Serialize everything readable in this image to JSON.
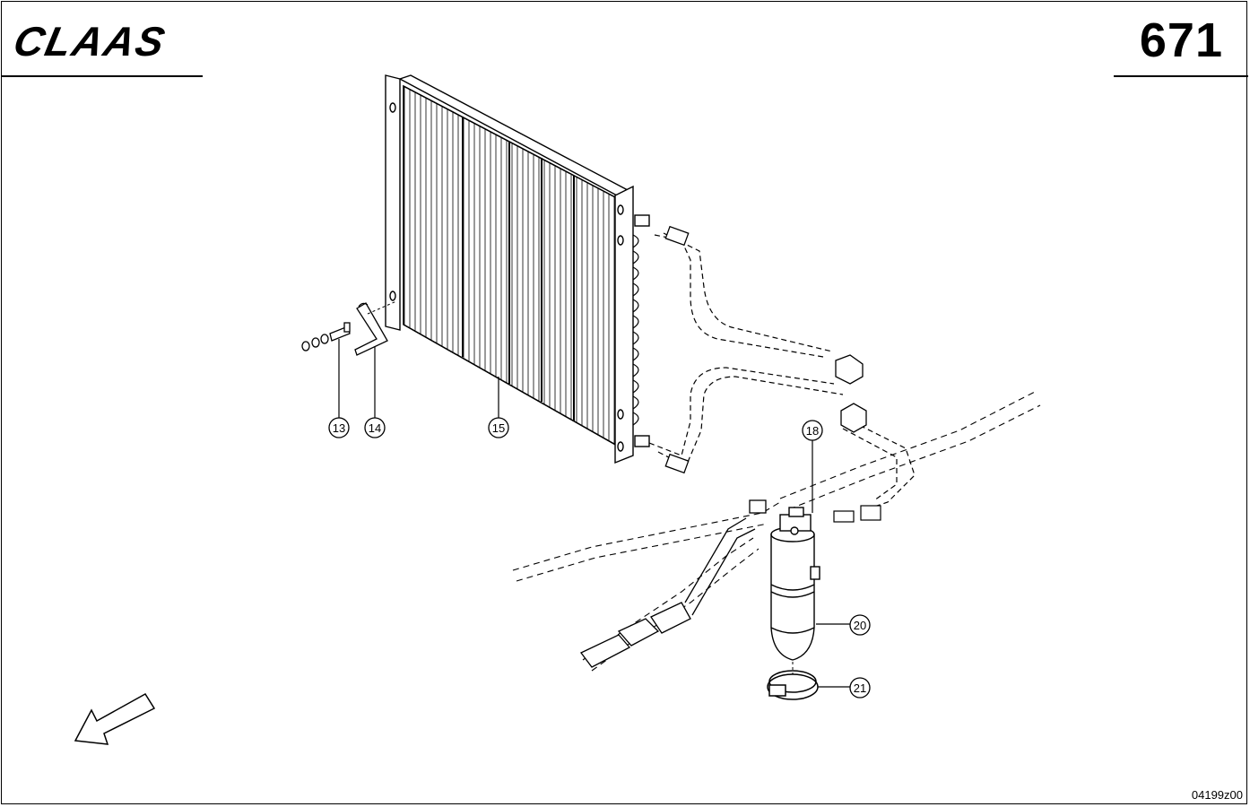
{
  "header": {
    "brand": "CLAAS",
    "page_number": "671"
  },
  "footer": {
    "drawing_code": "04199z00"
  },
  "callouts": {
    "c13": "13",
    "c14": "14",
    "c15": "15",
    "c18": "18",
    "c20": "20",
    "c21": "21"
  },
  "colors": {
    "ink": "#000000",
    "paper": "#ffffff"
  }
}
